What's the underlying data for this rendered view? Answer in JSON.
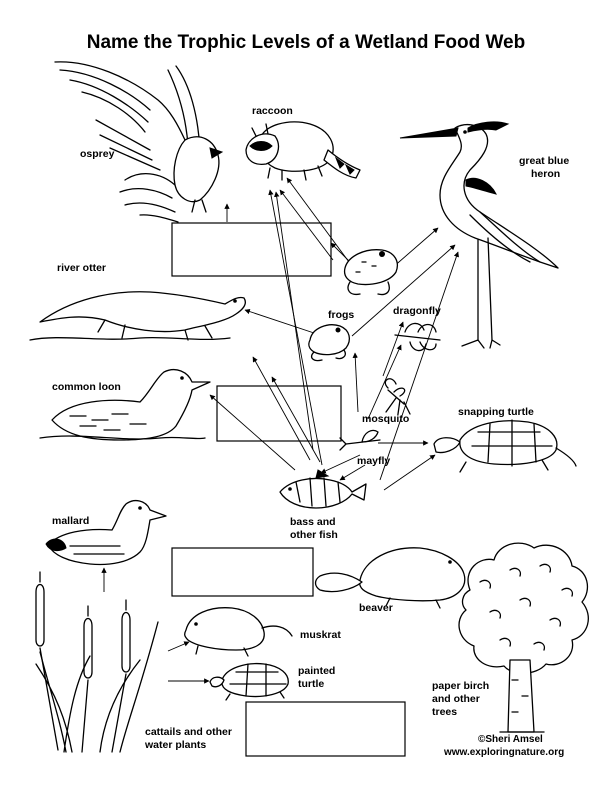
{
  "title": "Name the Trophic Levels of a Wetland Food Web",
  "organisms": {
    "osprey": "osprey",
    "raccoon": "raccoon",
    "heron_line1": "great blue",
    "heron_line2": "heron",
    "river_otter": "river otter",
    "frogs": "frogs",
    "dragonfly": "dragonfly",
    "common_loon": "common loon",
    "mosquito": "mosquito",
    "snapping_turtle": "snapping turtle",
    "mayfly": "mayfly",
    "bass_line1": "bass and",
    "bass_line2": "other fish",
    "mallard": "mallard",
    "beaver": "beaver",
    "muskrat": "muskrat",
    "painted_line1": "painted",
    "painted_line2": "turtle",
    "birch_line1": "paper birch",
    "birch_line2": "and other",
    "birch_line3": "trees",
    "cattails_line1": "cattails and other",
    "cattails_line2": "water plants"
  },
  "credit": {
    "author": "©Sheri Amsel",
    "website": "www.exploringnature.org"
  }
}
